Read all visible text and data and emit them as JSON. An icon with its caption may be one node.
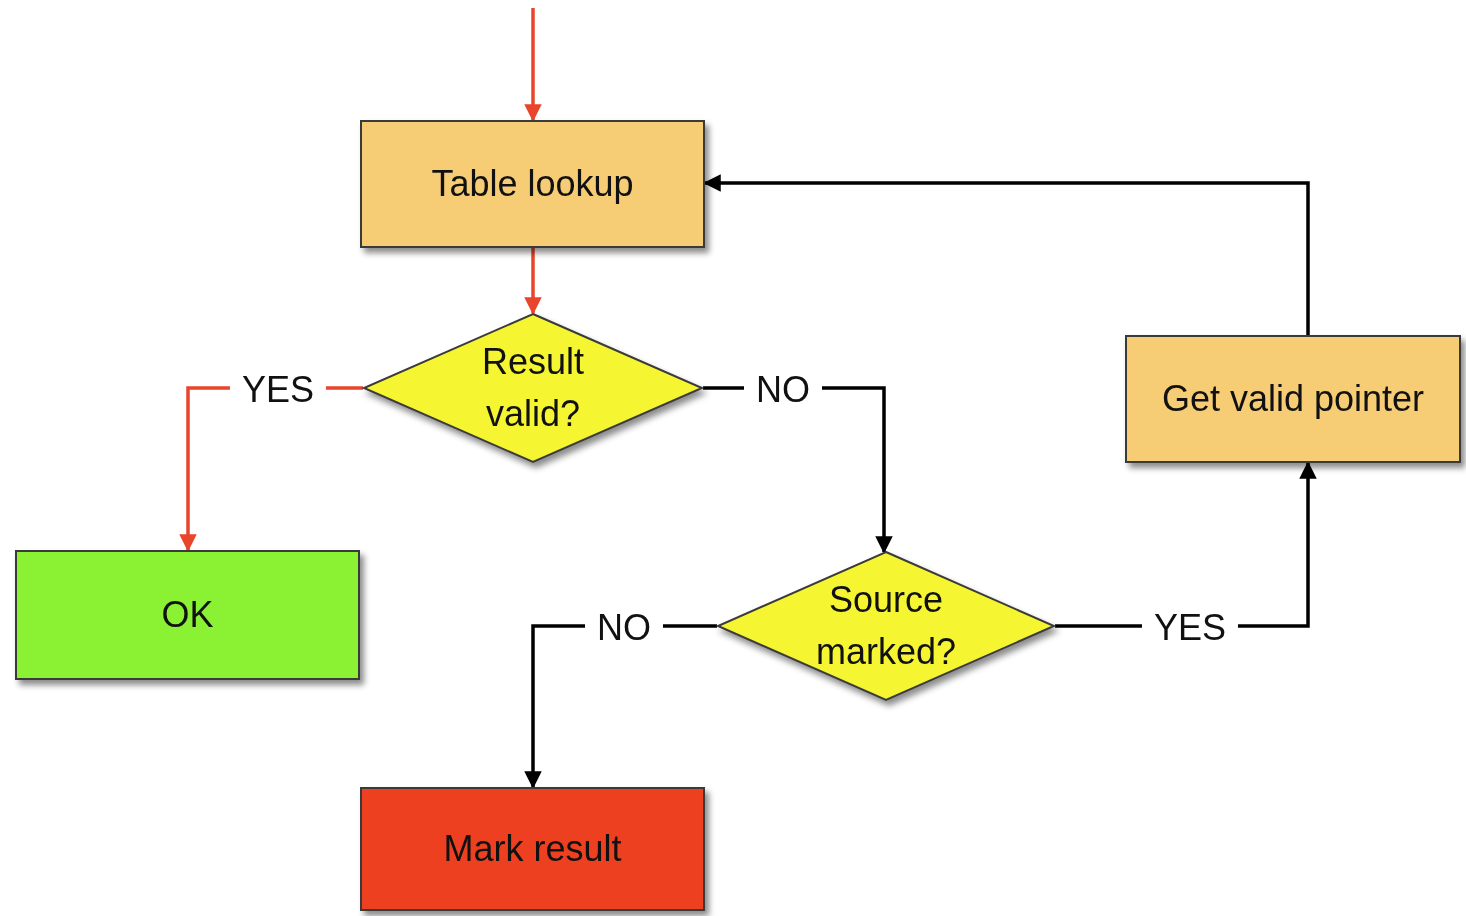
{
  "diagram": {
    "nodes": [
      {
        "text": [
          "Table lookup"
        ]
      },
      {
        "text": [
          "Result valid?"
        ]
      },
      {
        "text": [
          "Get valid pointer"
        ]
      },
      {
        "text": [
          "OK"
        ]
      },
      {
        "text": [
          "Source marked?"
        ]
      },
      {
        "text": [
          "Mark result"
        ]
      }
    ],
    "edges": [
      {
        "from": null,
        "to": 0,
        "arrow": "to",
        "color": "#e8452c"
      },
      {
        "from": 0,
        "to": 1,
        "arrow": "to",
        "color": "#e8452c"
      },
      {
        "from": 1,
        "to": 3,
        "arrow": "to",
        "label": "YES",
        "color": "#e8452c"
      },
      {
        "from": 1,
        "to": 4,
        "arrow": "to",
        "label": "NO"
      },
      {
        "from": 4,
        "to": 5,
        "arrow": "to",
        "label": "NO"
      },
      {
        "from": 4,
        "to": 2,
        "arrow": "to",
        "label": "YES"
      },
      {
        "from": 2,
        "to": 0,
        "arrow": "to"
      }
    ]
  }
}
